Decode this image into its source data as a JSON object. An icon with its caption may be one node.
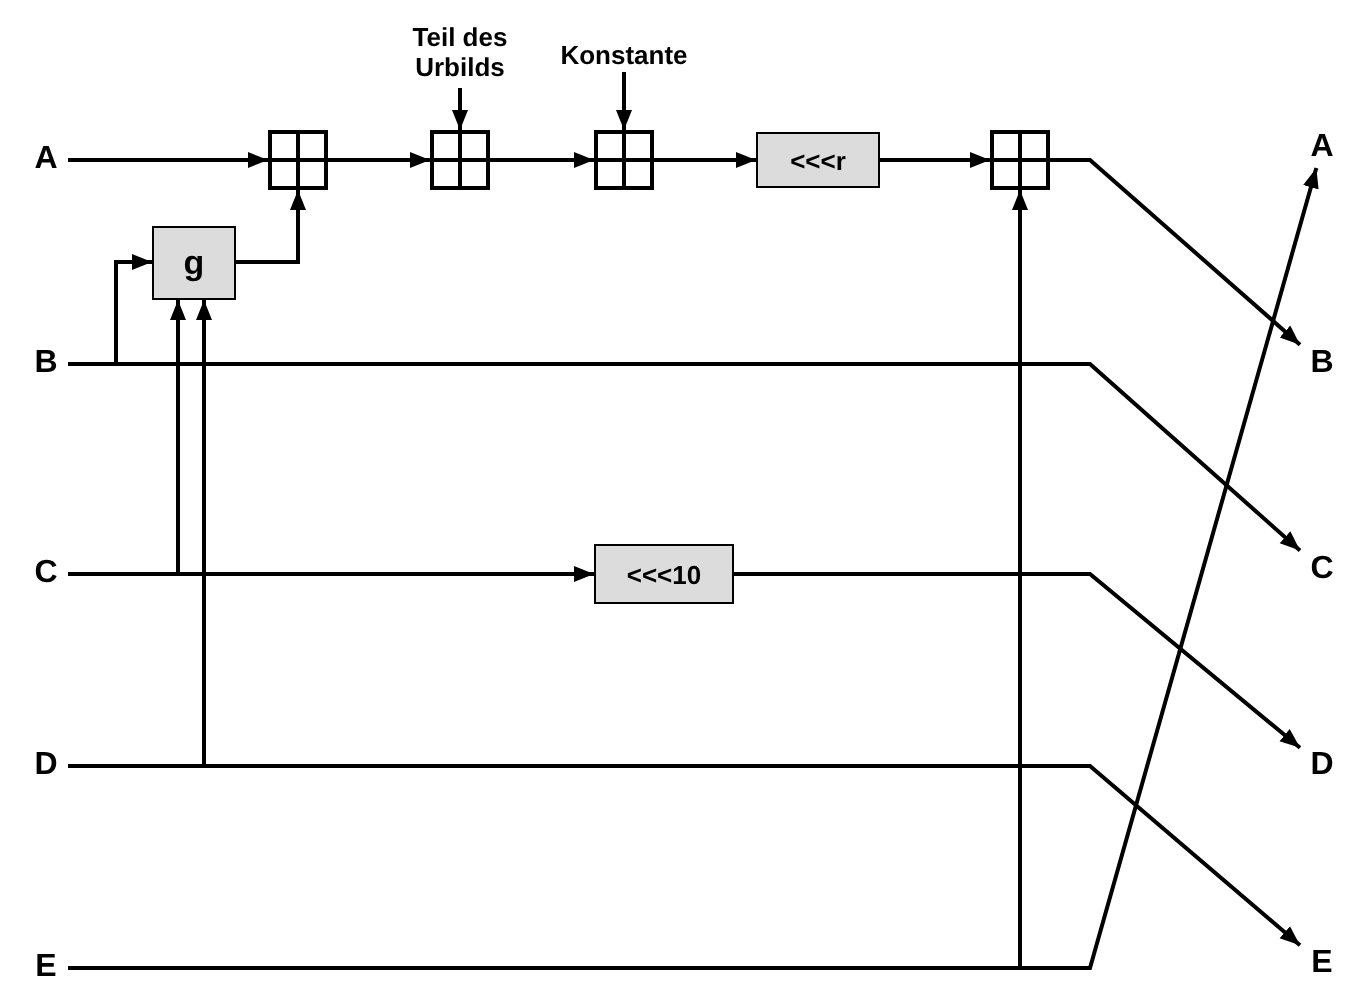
{
  "diagram": {
    "nodes": [
      {
        "text": [
          "A"
        ]
      },
      {
        "text": [
          "B"
        ]
      },
      {
        "text": [
          "C"
        ]
      },
      {
        "text": [
          "D"
        ]
      },
      {
        "text": [
          "E"
        ]
      },
      {
        "text": [],
        "shape": "box"
      },
      {
        "text": [],
        "shape": "box"
      },
      {
        "text": [],
        "shape": "box"
      },
      {
        "text": [
          "<<<r"
        ]
      },
      {
        "text": [],
        "shape": "box"
      },
      {
        "text": [
          "g"
        ]
      },
      {
        "text": [
          "<<<10"
        ]
      },
      {
        "text": [
          "Teil des Urbilds"
        ]
      },
      {
        "text": [
          "Konstante"
        ]
      },
      {
        "text": [
          "A"
        ]
      },
      {
        "text": [
          "B"
        ]
      },
      {
        "text": [
          "C"
        ]
      },
      {
        "text": [
          "D"
        ]
      },
      {
        "text": [
          "E"
        ]
      }
    ],
    "edges": [
      {
        "from": 0,
        "to": 5,
        "arrow": "to"
      },
      {
        "from": 5,
        "to": 6,
        "arrow": "to"
      },
      {
        "from": 6,
        "to": 7,
        "arrow": "to"
      },
      {
        "from": 7,
        "to": 8,
        "arrow": "to"
      },
      {
        "from": 8,
        "to": 9,
        "arrow": "to"
      },
      {
        "from": 9,
        "to": 15,
        "arrow": "to"
      },
      {
        "from": 10,
        "to": 5,
        "arrow": "to"
      },
      {
        "from": 1,
        "to": 10,
        "arrow": "to"
      },
      {
        "from": 2,
        "to": 10,
        "arrow": "to"
      },
      {
        "from": 3,
        "to": 10,
        "arrow": "to"
      },
      {
        "from": 2,
        "to": 11,
        "arrow": "to"
      },
      {
        "from": 11,
        "to": 17,
        "arrow": "to"
      },
      {
        "from": 1,
        "to": 16,
        "arrow": "to"
      },
      {
        "from": 3,
        "to": 18,
        "arrow": "to"
      },
      {
        "from": 4,
        "to": 9,
        "arrow": "to"
      },
      {
        "from": 4,
        "to": 14,
        "arrow": "to"
      },
      {
        "from": 12,
        "to": 6,
        "arrow": "to"
      },
      {
        "from": 13,
        "to": 7,
        "arrow": "to"
      }
    ]
  }
}
